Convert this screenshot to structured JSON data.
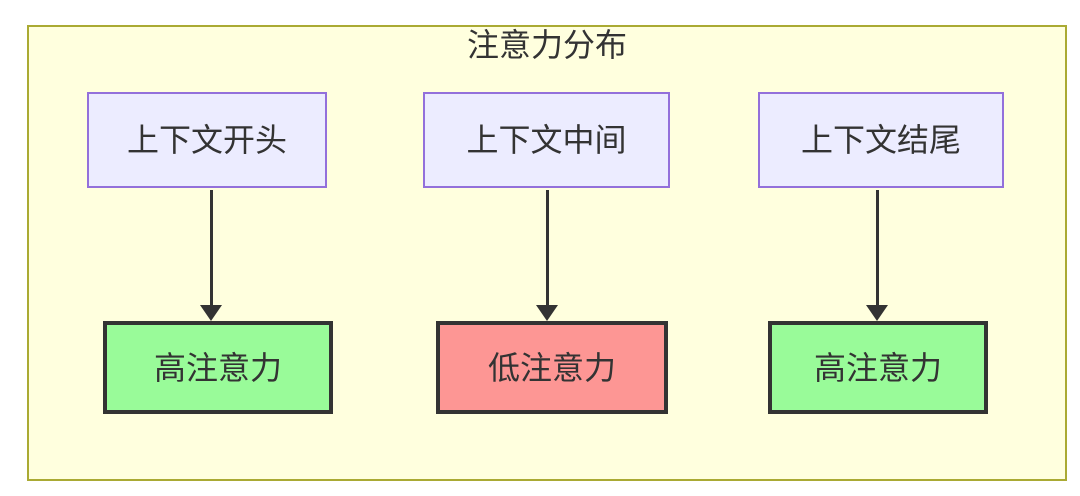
{
  "diagram": {
    "title": "注意力分布",
    "nodes": {
      "top": [
        {
          "label": "上下文开头"
        },
        {
          "label": "上下文中间"
        },
        {
          "label": "上下文结尾"
        }
      ],
      "bottom": [
        {
          "label": "高注意力",
          "level": "high"
        },
        {
          "label": "低注意力",
          "level": "low"
        },
        {
          "label": "高注意力",
          "level": "high"
        }
      ]
    },
    "edges": [
      {
        "from": "上下文开头",
        "to": "高注意力"
      },
      {
        "from": "上下文中间",
        "to": "低注意力"
      },
      {
        "from": "上下文结尾",
        "to": "高注意力"
      }
    ],
    "colors": {
      "canvas_bg": "#ffffff",
      "cluster_fill": "#ffffde",
      "cluster_stroke": "#aaaa33",
      "node_fill": "#ececff",
      "node_stroke": "#9370db",
      "high_attention_fill": "#99fb99",
      "low_attention_fill": "#fd9694",
      "result_stroke": "#333333",
      "arrow": "#333333",
      "text": "#333333"
    }
  }
}
